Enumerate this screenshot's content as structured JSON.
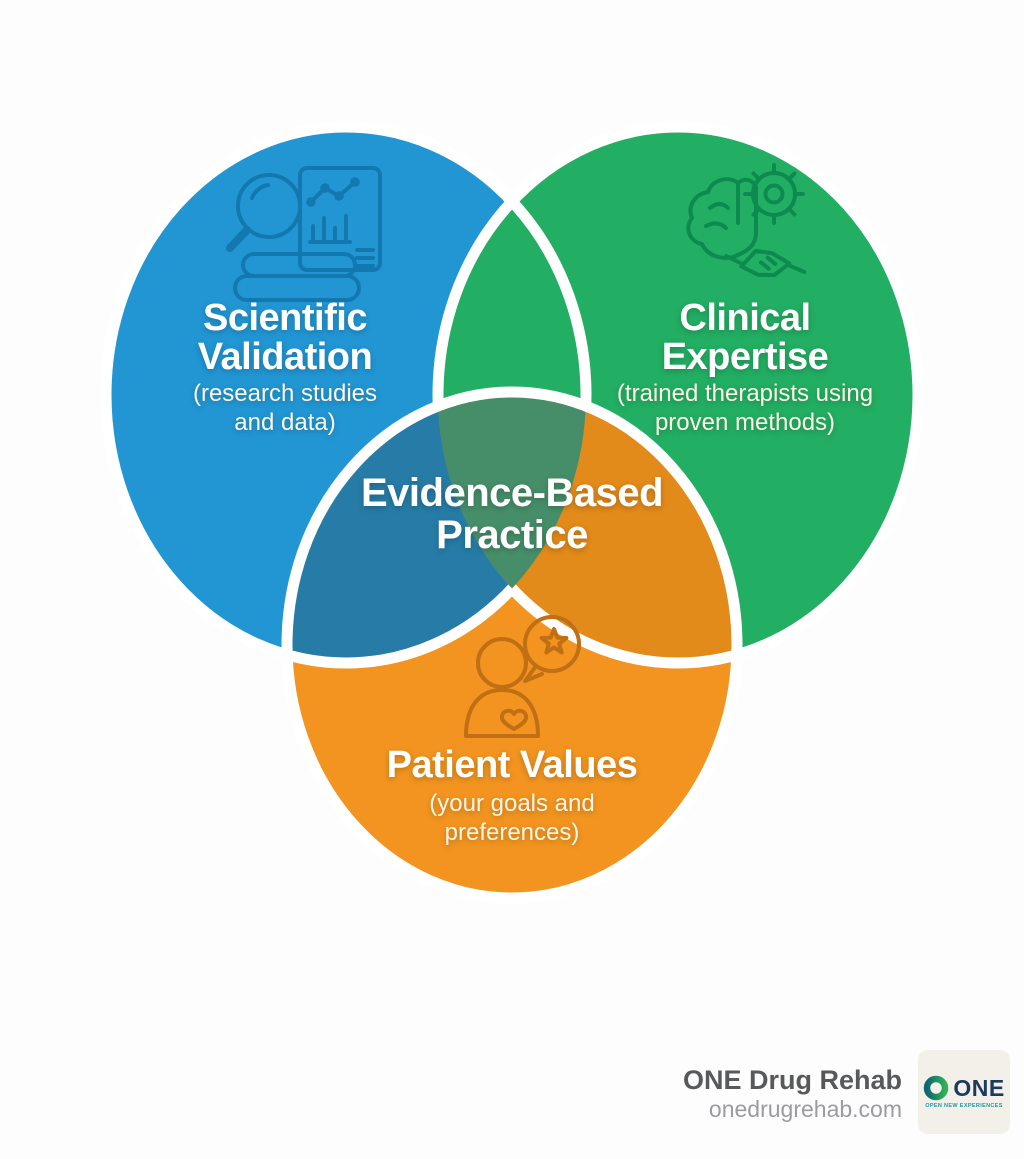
{
  "diagram": {
    "background": "#fdfdfd",
    "colors": {
      "blue": "#2196d3",
      "green": "#22ae63",
      "orange": "#f2941f",
      "blue_orange_overlap": "#267ca6",
      "green_orange_overlap": "#e28a1a",
      "triple_overlap": "#468e69",
      "divider": "#ffffff"
    },
    "circles": {
      "scientific": {
        "title_line1": "Scientific",
        "title_line2": "Validation",
        "subtitle_line1": "(research studies",
        "subtitle_line2": "and data)",
        "icon": "magnifier-chart-books-icon",
        "icon_color": "#1478b0"
      },
      "clinical": {
        "title_line1": "Clinical",
        "title_line2": "Expertise",
        "subtitle_line1": "(trained therapists using",
        "subtitle_line2": "proven methods)",
        "icon": "brain-gear-handshake-icon",
        "icon_color": "#0d8a50"
      },
      "patient": {
        "title": "Patient Values",
        "subtitle_line1": "(your goals and",
        "subtitle_line2": "preferences)",
        "icon": "person-heart-star-icon",
        "icon_color": "#c06f14"
      }
    },
    "center": {
      "line1": "Evidence-Based",
      "line2": "Practice"
    }
  },
  "footer": {
    "brand": "ONE Drug Rehab",
    "website": "onedrugrehab.com",
    "brand_color": "#58595b",
    "website_color": "#9b9ba0",
    "logo": {
      "text": "ONE",
      "tagline": "OPEN NEW EXPERIENCES",
      "bg": "#f2f0e9",
      "text_color": "#1c3a5e",
      "tagline_color": "#1e9a9b",
      "ring_gradient_start": "#0e6672",
      "ring_gradient_end": "#2fb054"
    }
  }
}
